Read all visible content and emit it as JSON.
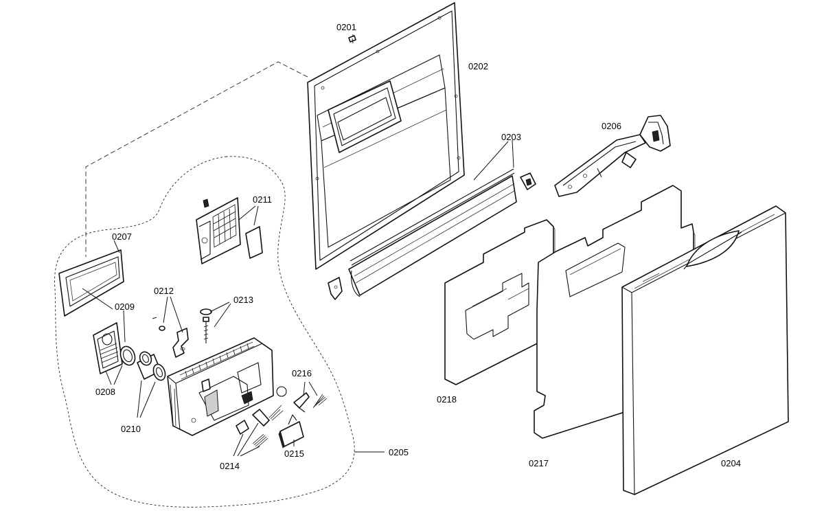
{
  "labels": {
    "p0201": "0201",
    "p0202": "0202",
    "p0203": "0203",
    "p0204": "0204",
    "p0205": "0205",
    "p0206": "0206",
    "p0207": "0207",
    "p0208": "0208",
    "p0209": "0209",
    "p0210": "0210",
    "p0211": "0211",
    "p0212": "0212",
    "p0213": "0213",
    "p0214": "0214",
    "p0215": "0215",
    "p0216": "0216",
    "p0217": "0217",
    "p0218": "0218"
  }
}
